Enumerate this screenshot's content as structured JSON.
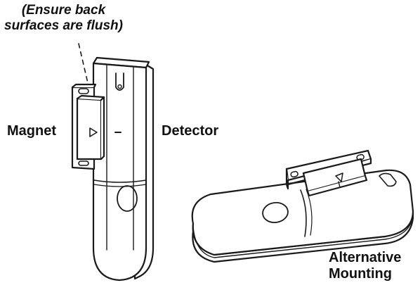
{
  "labels": {
    "note_line1": "(Ensure back",
    "note_line2": "surfaces are flush)",
    "magnet": "Magnet",
    "detector": "Detector",
    "alt_line1": "Alternative",
    "alt_line2": "Mounting"
  },
  "colors": {
    "stroke": "#1a1a1a",
    "fill": "#ffffff",
    "text": "#111111"
  }
}
